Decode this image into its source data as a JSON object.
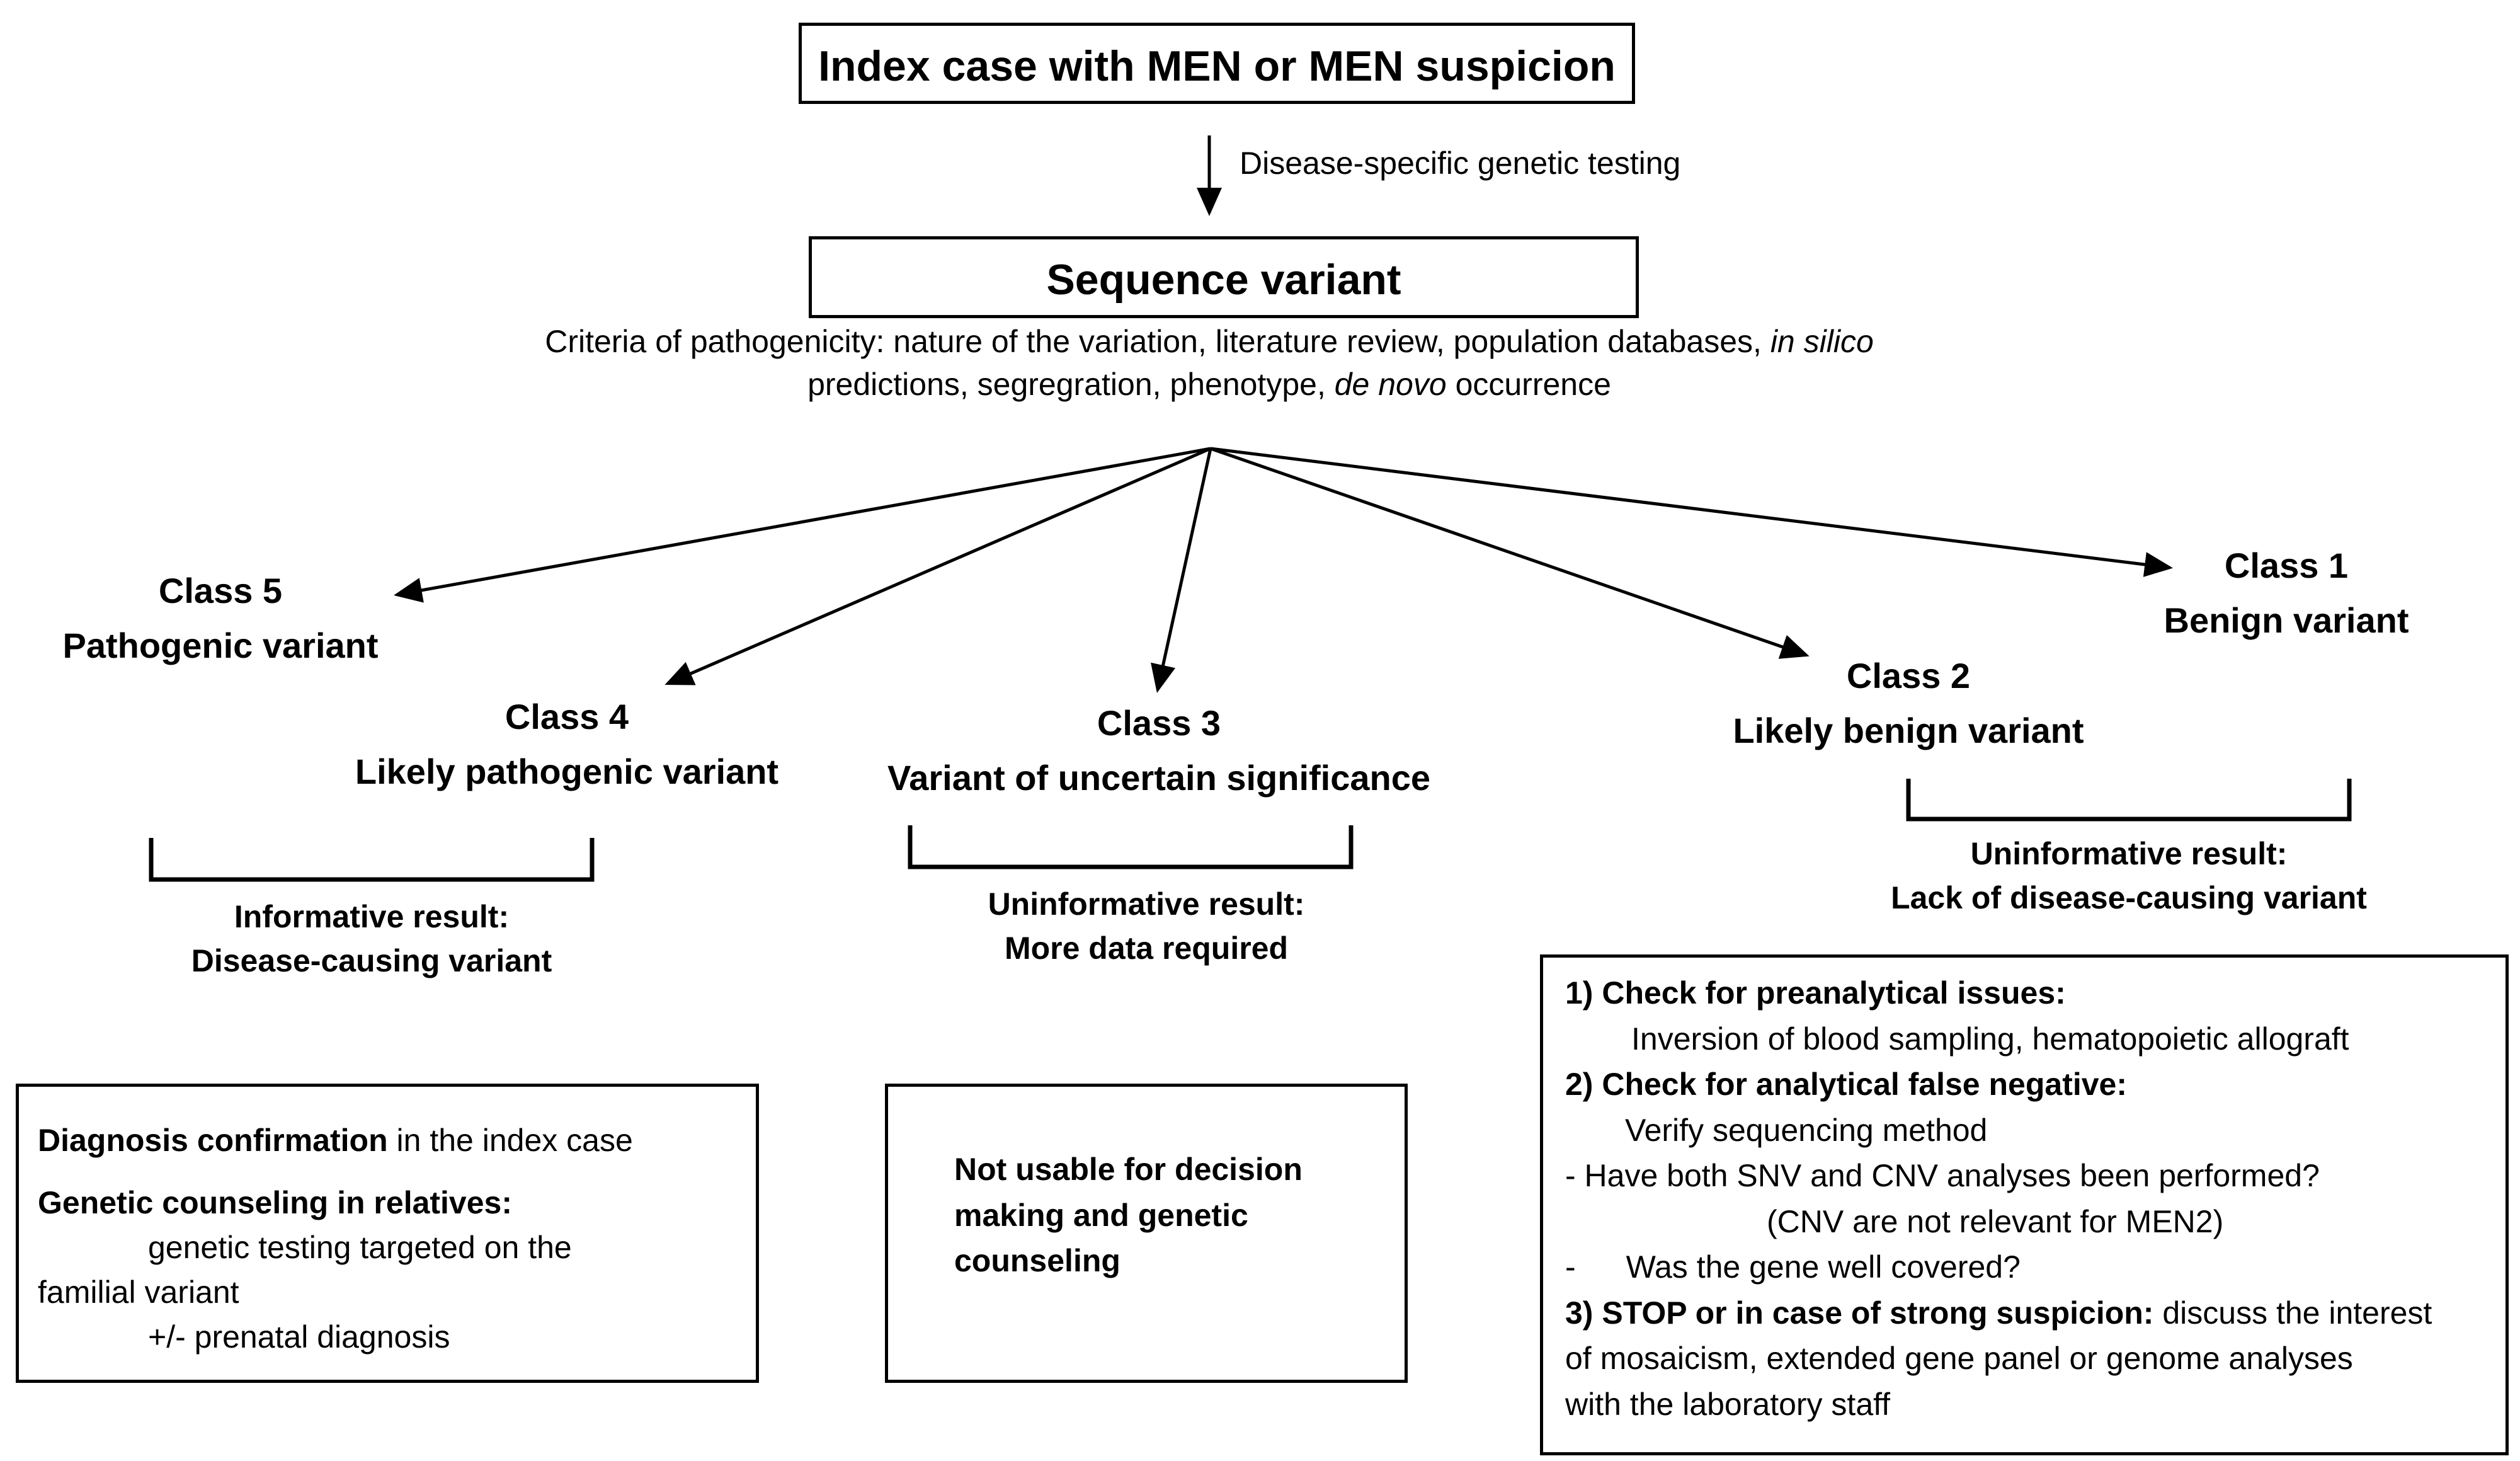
{
  "index_case": {
    "label": "Index case with MEN or MEN suspicion"
  },
  "arrow_label": "Disease-specific genetic testing",
  "sequence_variant": {
    "label": "Sequence variant",
    "criteria_line1_prefix": "Criteria of pathogenicity: nature of the variation, literature review, population databases, ",
    "criteria_line1_italic": "in silico",
    "criteria_line2_prefix": "predictions, segregration, phenotype, ",
    "criteria_line2_italic": "de novo",
    "criteria_line2_suffix": " occurrence"
  },
  "classes": {
    "class5": {
      "title": "Class 5",
      "subtitle": "Pathogenic variant"
    },
    "class4": {
      "title": "Class 4",
      "subtitle": "Likely pathogenic variant"
    },
    "class3": {
      "title": "Class 3",
      "subtitle": "Variant of uncertain significance"
    },
    "class2": {
      "title": "Class 2",
      "subtitle": "Likely benign variant"
    },
    "class1": {
      "title": "Class 1",
      "subtitle": "Benign variant"
    }
  },
  "results": {
    "informative": {
      "line1": "Informative result:",
      "line2": "Disease-causing variant"
    },
    "uncertain": {
      "line1": "Uninformative result:",
      "line2": "More data required"
    },
    "benign": {
      "line1": "Uninformative result:",
      "line2": "Lack of disease-causing variant"
    }
  },
  "box_left": {
    "diag_bold": "Diagnosis confirmation",
    "diag_rest": " in the index case",
    "counsel_bold": "Genetic counseling in relatives:",
    "line_a": "genetic testing targeted on the",
    "line_b": "familial variant",
    "line_c": "+/- prenatal diagnosis"
  },
  "box_middle": {
    "line1": "Not usable for decision",
    "line2": "making and genetic",
    "line3": "counseling"
  },
  "box_right": {
    "step1_title": "1) Check for preanalytical issues:",
    "step1_text": "Inversion of blood sampling, hematopoietic allograft",
    "step2_title": "2) Check for analytical false negative:",
    "step2_text": "Verify sequencing method",
    "step2_q1": "- Have both SNV and CNV analyses been performed?",
    "step2_note": "(CNV are not relevant for MEN2)",
    "step2_q2_dash": "-",
    "step2_q2": "Was the gene well covered?",
    "step3_title": "3) STOP or in case of strong suspicion:",
    "step3_rest": " discuss the interest",
    "step3_line2": "of mosaicism, extended gene panel or genome analyses",
    "step3_line3": "with the laboratory staff"
  }
}
